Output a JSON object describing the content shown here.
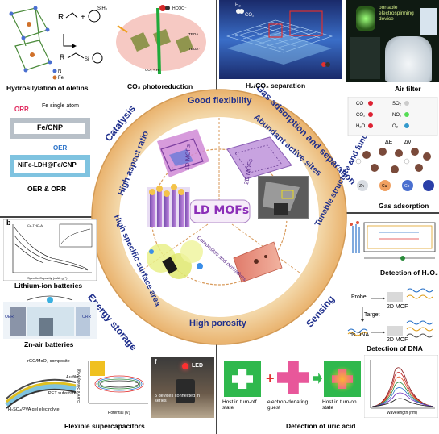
{
  "center": {
    "title": "LD MOFs",
    "mofs_1d": "1D MOFs",
    "mofs_2d": "2D MOFs",
    "composites": "Composites and derivatives"
  },
  "ring": {
    "catalysis": "Catalysis",
    "gas_adsorption_separation": "Gas adsorption and separation",
    "sensing": "Sensing",
    "energy_storage": "Energy storage",
    "good_flexibility": "Good flexibility",
    "abundant_active_sites": "Abundant active sites",
    "tunable_structure": "Tunable structure and function",
    "high_porosity": "High porosity",
    "high_specific_surface_area": "High specific surface area",
    "high_aspect_ratio": "High aspect ratio"
  },
  "panels": {
    "hydrosilylation": "Hydrosilylation of olefins",
    "co2_photoreduction": "CO₂ photoreduction",
    "h2_co2_separation": "H₂/CO₂ separation",
    "air_filter": "Air filter",
    "portable_device": "portable electrospinning device",
    "oer_orr": "OER & ORR",
    "fe_cnp": "Fe/CNP",
    "nife_ldh": "NiFe-LDH@Fe/CNP",
    "fe_single_atom": "Fe single atom",
    "orr": "ORR",
    "oer": "OER",
    "gas_adsorption": "Gas adsorption",
    "lithium_ion": "Lithium-ion batteries",
    "panel_b": "b",
    "detection_h2o2": "Detection of H₂O₂",
    "zn_air": "Zn-air batteries",
    "detection_dna": "Detection of DNA",
    "probe": "Probe",
    "target": "Target",
    "ds_dna": "ds DNA",
    "mof_2d_a": "2D MOF",
    "mof_2d_b": "2D MOF",
    "flexible_supercap": "Flexible supercapacitors",
    "rgo": "rGO/MoO₃ composite",
    "pet": "PET substrate",
    "h2so4": "H₂SO₄/PVA gel electrolyte",
    "au_film": "Au film",
    "led": "LED",
    "series": "5 devices connected in series",
    "panel_f": "f",
    "detection_uric": "Detection of uric acid",
    "host_off": "Host in turn-off state",
    "guest": "electron-donating guest",
    "host_on": "Host in turn-on state",
    "wavelength": "Wavelength (nm)",
    "current_density": "Current Density (A/g)",
    "potential": "Potential (V)"
  },
  "colors": {
    "ring_outer": "#e9b97a",
    "ring_inner": "#f7e6c9",
    "label_blue": "#1f2f8c",
    "host_green": "#2fb84d",
    "guest_pink": "#e8579a"
  }
}
